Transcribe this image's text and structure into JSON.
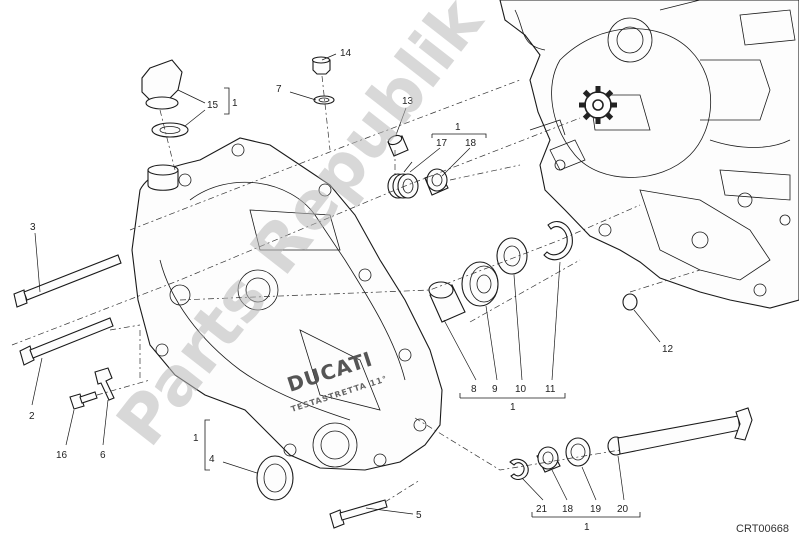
{
  "diagram": {
    "code": "CRT00668",
    "watermark": "Parts Republik",
    "cover_text": "DUCATI",
    "cover_subtext": "TESTASTRETTA 11°",
    "callouts": [
      "1",
      "2",
      "3",
      "4",
      "5",
      "6",
      "7",
      "8",
      "9",
      "10",
      "11",
      "12",
      "13",
      "14",
      "15",
      "16",
      "17",
      "18",
      "19",
      "20",
      "21"
    ]
  },
  "groups": {
    "g15_label": "15",
    "g15_ref": "1",
    "g1718_ref": "1",
    "g8_11_ref": "1",
    "g4_ref": "1",
    "g21_20_ref": "1"
  },
  "icons": {
    "gear": "gear-icon"
  }
}
